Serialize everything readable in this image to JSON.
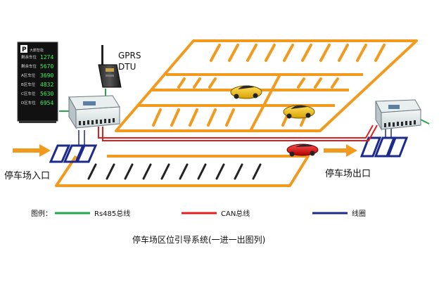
{
  "sign": {
    "brand": "P",
    "brand_sub": "大鹏智能",
    "rows": [
      {
        "label": "剩余车位",
        "value": "1274"
      },
      {
        "label": "剩余车位",
        "value": "5670"
      },
      {
        "label": "A区车位",
        "value": "3690"
      },
      {
        "label": "B区车位",
        "value": "4832"
      },
      {
        "label": "C区车位",
        "value": "5630"
      },
      {
        "label": "D区车位",
        "value": "6954"
      }
    ]
  },
  "gprs": {
    "line1": "GPRS",
    "line2": "DTU"
  },
  "entrance_label": "停车场入口",
  "exit_label": "停车场出口",
  "legend": {
    "title": "图例：",
    "items": [
      {
        "label": "Rs485总线",
        "color": "#22a84a"
      },
      {
        "label": "CAN总线",
        "color": "#e02020"
      },
      {
        "label": "线圈",
        "color": "#1c2a8c"
      }
    ]
  },
  "caption": "停车场区位引导系统(一进一出图列)",
  "colors": {
    "road": "#f29a1e",
    "rs485": "#22a84a",
    "can": "#e02020",
    "coil": "#1c2a8c",
    "arrow": "#f29a1e"
  }
}
